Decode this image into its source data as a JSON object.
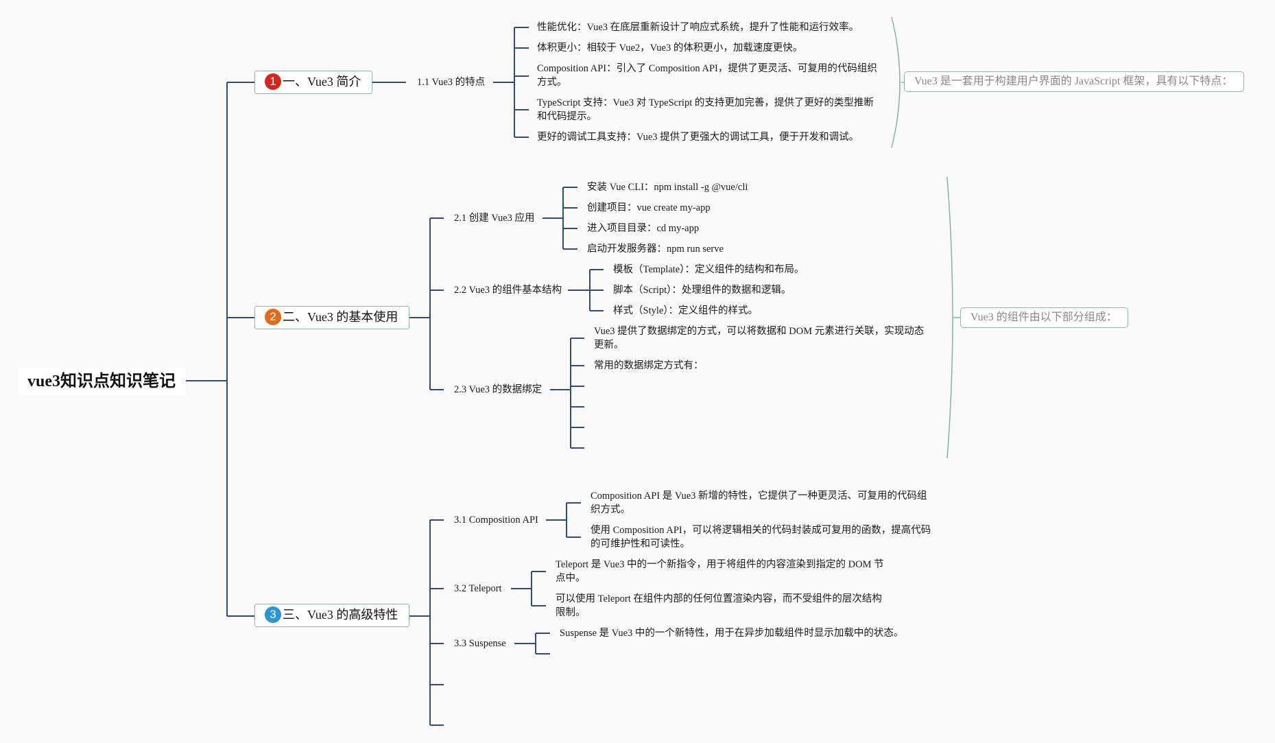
{
  "colors": {
    "branch": "#2f4a7f",
    "summary_line": "#7fb5a4",
    "num1": "#d4271c",
    "num2": "#e06a16",
    "num3": "#2b95d6"
  },
  "root": {
    "title": "vue3知识点知识笔记"
  },
  "topics": [
    {
      "num": "1",
      "title": "一、Vue3 简介",
      "subs": [
        {
          "title": "1.1 Vue3 的特点",
          "items": [
            "性能优化：Vue3 在底层重新设计了响应式系统，提升了性能和运行效率。",
            "体积更小：相较于 Vue2，Vue3 的体积更小，加载速度更快。",
            "Composition API：引入了 Composition API，提供了更灵活、可复用的代码组织方式。",
            "TypeScript 支持：Vue3 对 TypeScript 的支持更加完善，提供了更好的类型推断和代码提示。",
            "更好的调试工具支持：Vue3 提供了更强大的调试工具，便于开发和调试。"
          ]
        }
      ],
      "summary": "Vue3 是一套用于构建用户界面的 JavaScript 框架，具有以下特点："
    },
    {
      "num": "2",
      "title": "二、Vue3 的基本使用",
      "subs": [
        {
          "title": "2.1 创建 Vue3 应用",
          "items": [
            "安装 Vue CLI：npm install -g @vue/cli",
            "创建项目：vue create my-app",
            "进入项目目录：cd my-app",
            "启动开发服务器：npm run serve"
          ]
        },
        {
          "title": "2.2 Vue3 的组件基本结构",
          "items": [
            "模板（Template）：定义组件的结构和布局。",
            "脚本（Script）：处理组件的数据和逻辑。",
            "样式（Style）：定义组件的样式。"
          ]
        },
        {
          "title": "2.3 Vue3 的数据绑定",
          "items": [
            "Vue3 提供了数据绑定的方式，可以将数据和 DOM 元素进行关联，实现动态更新。",
            "常用的数据绑定方式有："
          ]
        }
      ],
      "summary": "Vue3 的组件由以下部分组成："
    },
    {
      "num": "3",
      "title": "三、Vue3 的高级特性",
      "subs": [
        {
          "title": "3.1 Composition API",
          "items": [
            "Composition API 是 Vue3 新增的特性，它提供了一种更灵活、可复用的代码组织方式。",
            "使用 Composition API，可以将逻辑相关的代码封装成可复用的函数，提高代码的可维护性和可读性。"
          ]
        },
        {
          "title": "3.2 Teleport",
          "items": [
            "Teleport 是 Vue3 中的一个新指令，用于将组件的内容渲染到指定的 DOM 节点中。",
            "可以使用 Teleport 在组件内部的任何位置渲染内容，而不受组件的层次结构限制。"
          ]
        },
        {
          "title": "3.3 Suspense",
          "items": [
            "Suspense 是 Vue3 中的一个新特性，用于在异步加载组件时显示加载中的状态。"
          ]
        }
      ]
    }
  ]
}
